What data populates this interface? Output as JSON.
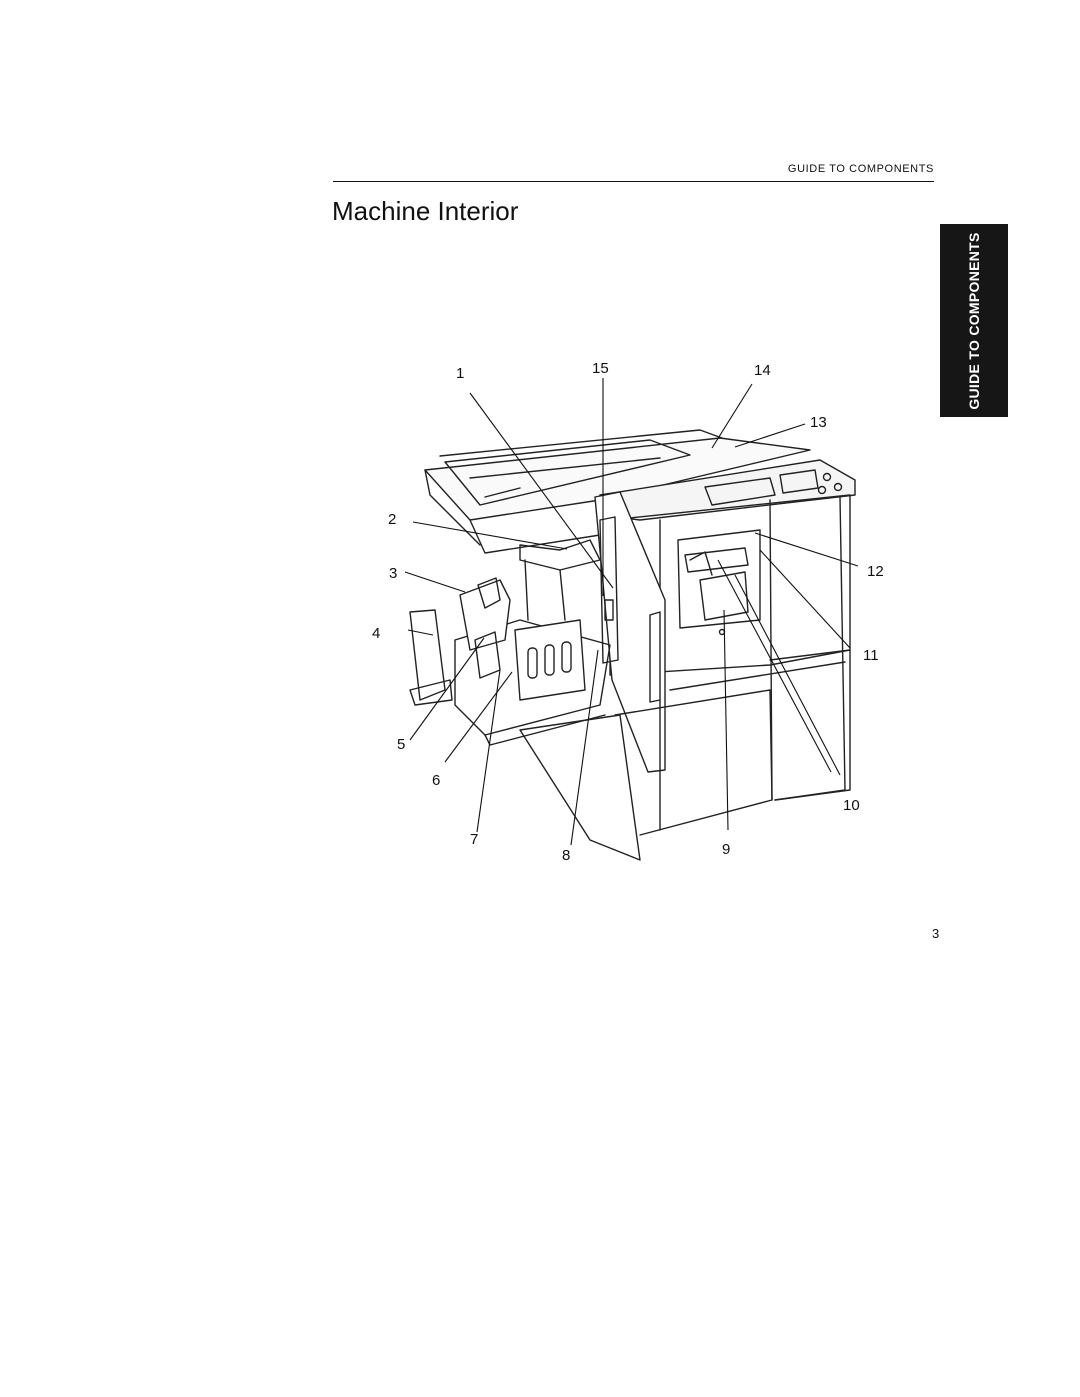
{
  "header": {
    "section_label": "GUIDE TO COMPONENTS"
  },
  "page_title": "Machine Interior",
  "side_tab": {
    "label": "GUIDE TO COMPONENTS"
  },
  "figure": {
    "callouts": [
      "1",
      "2",
      "3",
      "4",
      "5",
      "6",
      "7",
      "8",
      "9",
      "10",
      "11",
      "12",
      "13",
      "14",
      "15"
    ]
  },
  "page_number": "3"
}
